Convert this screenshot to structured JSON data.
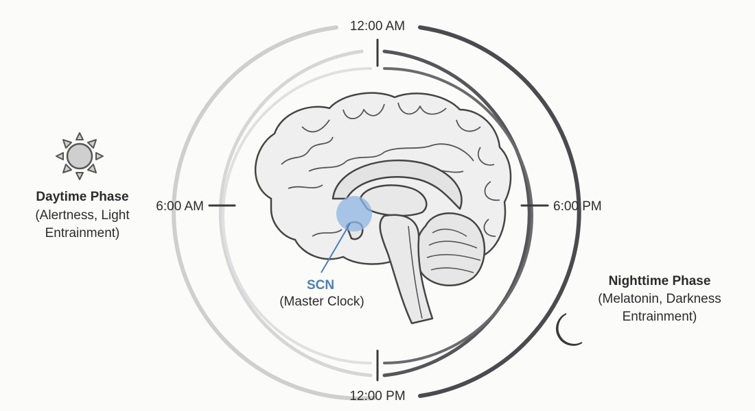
{
  "colors": {
    "day": "#cfcfcf",
    "night": "#4a4a4f",
    "scn": "#4a7fb5",
    "scn_fill": "#8fb6e3",
    "brain_fill": "#eeeeee",
    "brain_stroke": "#444444"
  },
  "clock": {
    "top": "12:00 AM",
    "right": "6:00 PM",
    "bottom": "12:00 PM",
    "left": "6:00 AM"
  },
  "day_phase": {
    "icon": "sun-icon",
    "title": "Daytime Phase",
    "line1": "(Alertness, Light",
    "line2": "Entrainment)"
  },
  "night_phase": {
    "icon": "moon-icon",
    "title": "Nighttime Phase",
    "line1": "(Melatonin, Darkness",
    "line2": "Entrainment)"
  },
  "scn": {
    "title": "SCN",
    "subtitle": "(Master Clock)"
  }
}
